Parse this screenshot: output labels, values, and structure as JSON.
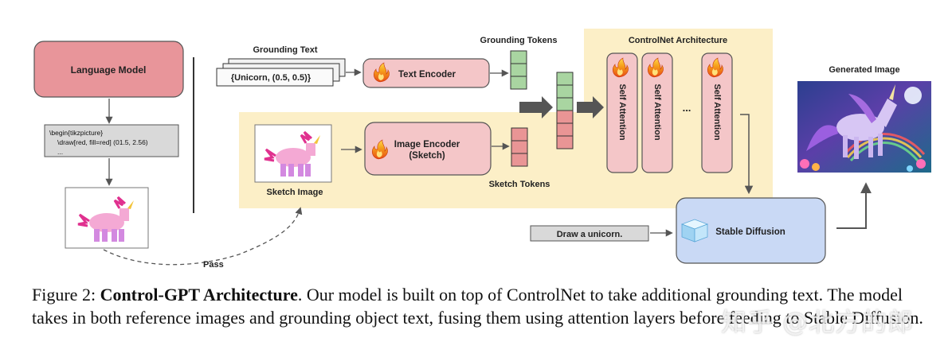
{
  "labels": {
    "language_model": "Language Model",
    "code_line1": "\\begin{tikzpicture}",
    "code_line2": "\\draw[red, fill=red] (01.5, 2.56)",
    "code_line3": "...",
    "pass": "Pass",
    "grounding_text": "Grounding Text",
    "grounding_text_value": "{Unicorn, (0.5, 0.5)}",
    "text_encoder": "Text Encoder",
    "grounding_tokens": "Grounding Tokens",
    "sketch_image": "Sketch Image",
    "image_encoder_line1": "Image Encoder",
    "image_encoder_line2": "(Sketch)",
    "sketch_tokens": "Sketch Tokens",
    "controlnet_title": "ControlNet Architecture",
    "self_attention": "Self Attention",
    "ellipsis": "...",
    "generated_image": "Generated Image",
    "prompt": "Draw a unicorn.",
    "stable_diffusion": "Stable Diffusion"
  },
  "caption": {
    "prefix": "Figure 2: ",
    "bold": "Control-GPT Architecture",
    "rest": ". Our model is built on top of ControlNet to take additional grounding text. The model takes in both reference images and grounding object text, fusing them using attention layers before feeding to Stable Diffusion."
  },
  "watermark": "知乎 @北方的郎",
  "colors": {
    "language_model_fill": "#e8959a",
    "encoder_fill": "#f4c6c8",
    "highlight_fill": "#fcefc7",
    "token_green": "#a9d5a1",
    "token_red": "#e99595",
    "stable_diffusion_fill": "#c9d9f5",
    "code_fill": "#d9d9d9",
    "arrow": "#555555"
  },
  "icons": [
    "fire-icon",
    "ice-cube-icon",
    "unicorn-sketch-icon",
    "generated-unicorn-image"
  ]
}
